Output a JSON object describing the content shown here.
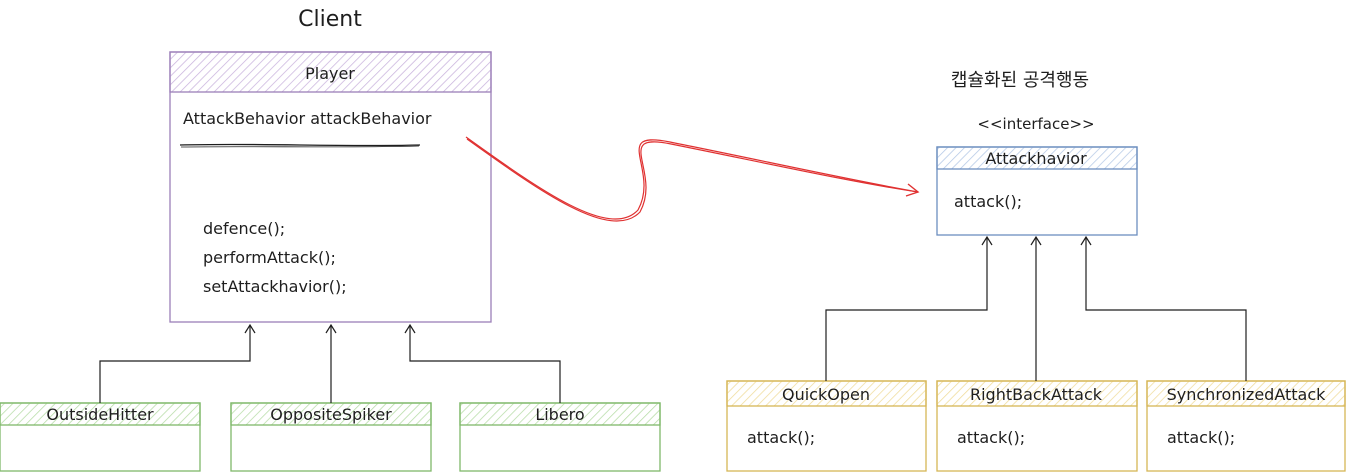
{
  "client": {
    "title": "Client",
    "player": {
      "name": "Player",
      "field": "AttackBehavior attackBehavior",
      "methods": [
        "defence();",
        "performAttack();",
        "setAttackhavior();"
      ]
    },
    "subclasses": [
      "OutsideHitter",
      "OppositeSpiker",
      "Libero"
    ]
  },
  "behavior": {
    "title": "캡슐화된 공격행동",
    "stereotype": "<<interface>>",
    "interface_name": "Attackhavior",
    "interface_method": "attack();",
    "implementations": [
      {
        "name": "QuickOpen",
        "method": "attack();"
      },
      {
        "name": "RightBackAttack",
        "method": "attack();"
      },
      {
        "name": "SynchronizedAttack",
        "method": "attack();"
      }
    ]
  },
  "colors": {
    "purple": "#9c7fb8",
    "green": "#7fb86a",
    "blue": "#6c8ebf",
    "yellow": "#d6b656",
    "red": "#e03131"
  }
}
